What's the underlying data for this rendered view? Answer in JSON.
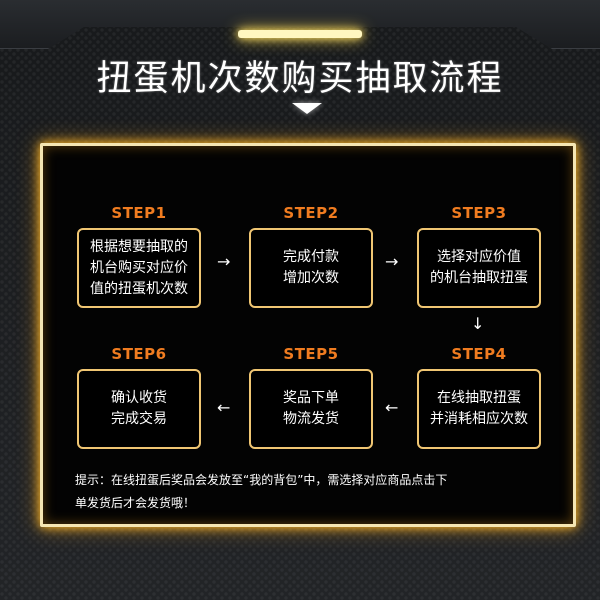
{
  "title": "扭蛋机次数购买抽取流程",
  "steps": [
    {
      "label": "STEP1",
      "lines": [
        "根据想要抽取的",
        "机台购买对应价",
        "值的扭蛋机次数"
      ]
    },
    {
      "label": "STEP2",
      "lines": [
        "完成付款",
        "增加次数"
      ]
    },
    {
      "label": "STEP3",
      "lines": [
        "选择对应价值",
        "的机台抽取扭蛋"
      ]
    },
    {
      "label": "STEP4",
      "lines": [
        "在线抽取扭蛋",
        "并消耗相应次数"
      ]
    },
    {
      "label": "STEP5",
      "lines": [
        "奖品下单",
        "物流发货"
      ]
    },
    {
      "label": "STEP6",
      "lines": [
        "确认收货",
        "完成交易"
      ]
    }
  ],
  "arrows": {
    "right": "→",
    "left": "←",
    "down": "↓"
  },
  "tip": {
    "line1": "提示：在线扭蛋后奖品会发放至“我的背包”中，需选择对应商品点击下",
    "line2": "单发货后才会发货哦！"
  },
  "colors": {
    "accent": "#f07c20",
    "neon": "#ffb928",
    "box_border": "#f0c673"
  }
}
